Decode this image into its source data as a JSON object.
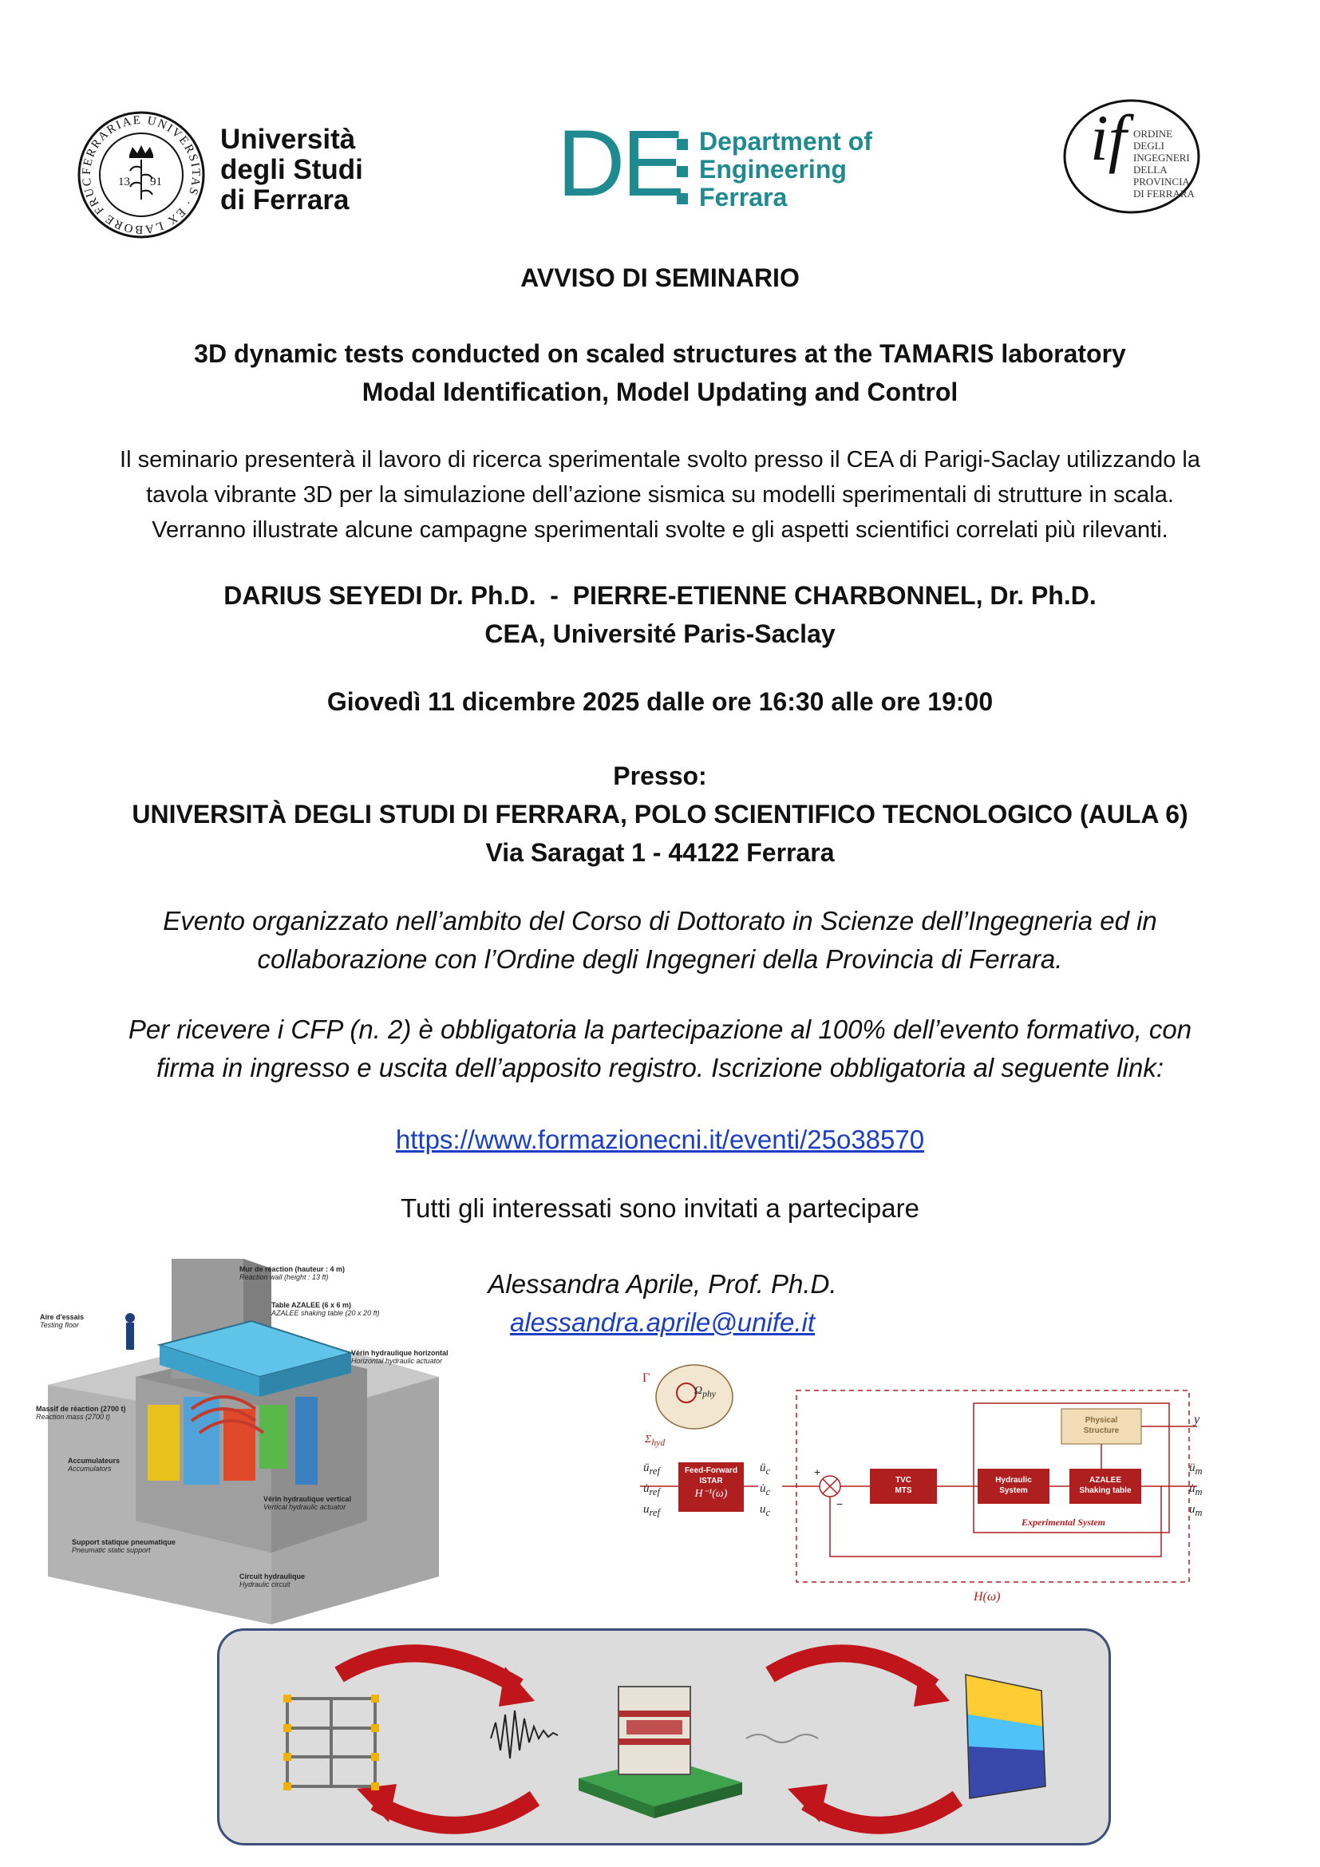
{
  "header": {
    "unife": {
      "seal_ring": "FERRARIAE UNIVERSITAS · EX LABORE FRUCTUS",
      "seal_left": "13",
      "seal_right": "91",
      "line1": "Università",
      "line2": "degli Studi",
      "line3": "di Ferrara"
    },
    "de": {
      "mark": "DE",
      "line1": "Department of",
      "line2": "Engineering",
      "line3": "Ferrara"
    },
    "ordine": {
      "mark": "if",
      "line1": "ORDINE",
      "line2": "DEGLI",
      "line3": "INGEGNERI",
      "line4": "DELLA",
      "line5": "PROVINCIA",
      "line6": "DI FERRARA"
    }
  },
  "notice": {
    "heading": "AVVISO DI SEMINARIO",
    "title_line1": "3D dynamic tests conducted on scaled structures at the TAMARIS laboratory",
    "title_line2": "Modal Identification, Model Updating and Control",
    "abstract_line1": "Il seminario presenterà il lavoro di ricerca sperimentale svolto presso il CEA di Parigi-Saclay utilizzando la",
    "abstract_line2": "tavola vibrante 3D per la simulazione dell’azione sismica su modelli sperimentali di strutture in scala.",
    "abstract_line3": "Verranno illustrate alcune campagne sperimentali svolte e gli aspetti scientifici correlati più rilevanti.",
    "speakers": "DARIUS SEYEDI Dr. Ph.D.  -  PIERRE-ETIENNE CHARBONNEL, Dr. Ph.D.",
    "affiliation": "CEA, Université Paris-Saclay",
    "date": "Giovedì 11 dicembre 2025 dalle ore 16:30 alle ore 19:00",
    "venue_label": "Presso:",
    "venue_line1": "UNIVERSITÀ DEGLI STUDI DI FERRARA, POLO SCIENTIFICO TECNOLOGICO (AULA 6)",
    "venue_line2": "Via Saragat 1 - 44122 Ferrara",
    "event_line1": "Evento organizzato nell’ambito del Corso di Dottorato in Scienze dell’Ingegneria ed in",
    "event_line2": "collaborazione con l’Ordine degli Ingegneri della Provincia di Ferrara.",
    "cfp_line1": "Per ricevere i CFP (n. 2) è obbligatoria la partecipazione al 100% dell’evento formativo, con",
    "cfp_line2": "firma in ingresso e uscita dell’apposito registro. Iscrizione obbligatoria al seguente link:",
    "link": "https://www.formazionecni.it/eventi/25o38570",
    "invite": "Tutti gli interessati sono invitati a partecipare",
    "contact_name": "Alessandra Aprile, Prof. Ph.D.",
    "contact_email": "alessandra.aprile@unife.it"
  },
  "figure_lab": {
    "label_wall": "Mur de réaction (hauteur : 4 m)",
    "label_wall_en": "Reaction wall (height : 13 ft)",
    "label_table": "Table AZALEE (6 x 6 m)",
    "label_table_en": "AZALEE shaking table (20 x 20 ft)",
    "label_floor": "Aire d'essais",
    "label_floor_en": "Testing floor",
    "label_hact": "Vérin hydraulique horizontal",
    "label_hact_en": "Horizontal hydraulic actuator",
    "label_mass": "Massif de réaction (2700 t)",
    "label_mass_en": "Reaction mass (2700 t)",
    "label_acc": "Accumulateurs",
    "label_acc_en": "Accumulators",
    "label_vact": "Vérin hydraulique vertical",
    "label_vact_en": "Vertical hydraulic actuator",
    "label_support": "Support statique pneumatique",
    "label_support_en": "Pneumatic static support",
    "label_circuit": "Circuit hydraulique",
    "label_circuit_en": "Hydraulic circuit"
  },
  "block_diagram": {
    "gamma": "Γ",
    "omega_phy": "Ω",
    "omega_sub": "phy",
    "sigma": "Σ",
    "sigma_sub": "hyd",
    "in1": "ü",
    "in2": "u̇",
    "in3": "u",
    "in_sub": "ref",
    "ff_line1": "Feed-Forward",
    "ff_line2": "ISTAR",
    "ff_line3": "H⁻¹(ω)",
    "uc1": "ü",
    "uc2": "u̇",
    "uc3": "u",
    "uc_sub": "c",
    "plus": "+",
    "minus": "−",
    "tvc_line1": "TVC",
    "tvc_line2": "MTS",
    "hyd_line1": "Hydraulic",
    "hyd_line2": "System",
    "az_line1": "AZALEE",
    "az_line2": "Shaking table",
    "phys_line1": "Physical",
    "phys_line2": "Structure",
    "exp_label": "Experimental System",
    "y": "y",
    "out1": "ü",
    "out2": "u̇",
    "out3": "u",
    "out_sub": "m",
    "h_omega": "H(ω)"
  },
  "colors": {
    "de_teal": "#1f8a8f",
    "link_blue": "#1a3fc4",
    "diagram_red": "#b01f1f",
    "arrow_red": "#c0161b",
    "panel_bg": "#dcdcdc",
    "panel_border": "#3b4f7a"
  }
}
